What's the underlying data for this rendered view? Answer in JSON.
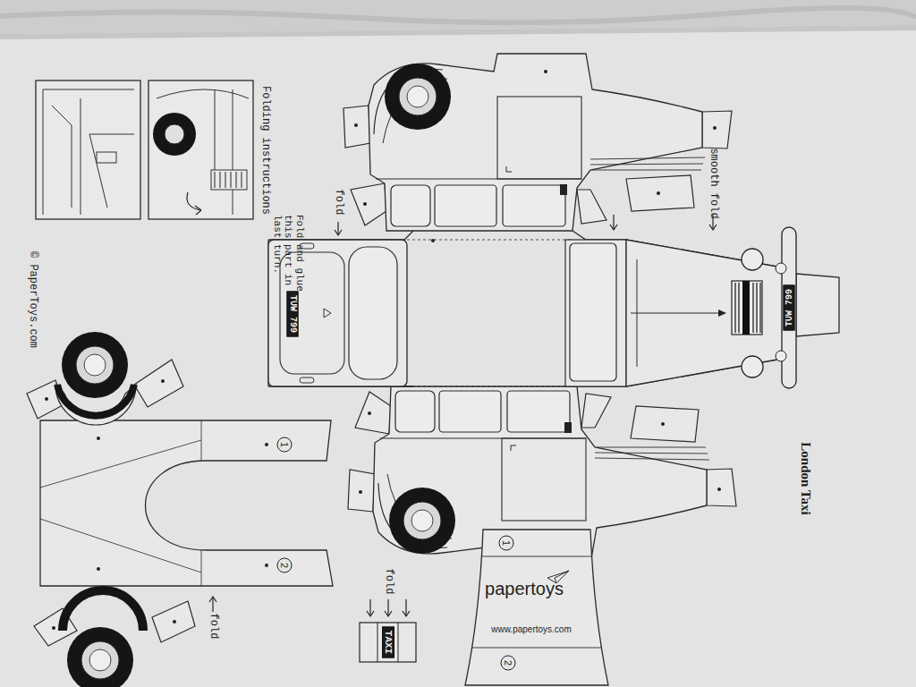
{
  "diagram": {
    "title": "London Taxi",
    "nodes": [
      {
        "text": [
          "TUW 799"
        ]
      },
      {
        "text": [
          "TUW 799"
        ]
      },
      {
        "text": [
          "1"
        ]
      },
      {
        "text": [
          "2"
        ]
      },
      {
        "text": [
          "1"
        ]
      },
      {
        "text": [
          "2"
        ]
      },
      {
        "text": [
          "TAXI"
        ]
      }
    ],
    "labels": [
      "Folding instructions",
      "Fold and glue this part in last turn.",
      "© PaperToys.com",
      "fold",
      "smooth fold",
      "papertoys",
      "www.papertoys.com",
      "fold",
      "fold"
    ]
  }
}
